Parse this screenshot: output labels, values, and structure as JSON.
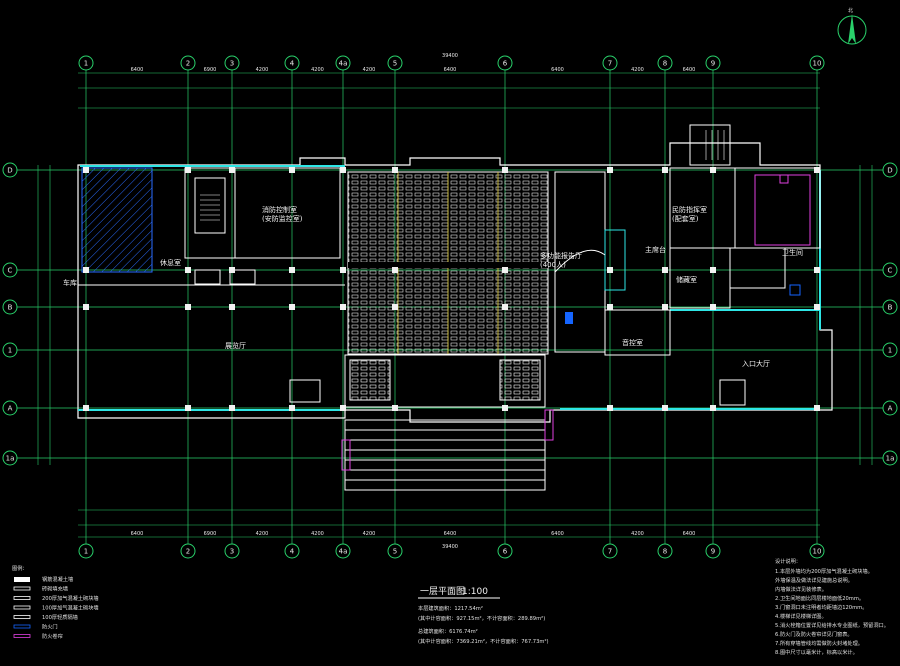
{
  "drawing": {
    "title": "一层平面图",
    "scale": "1:100",
    "area_lines": [
      "本层建筑面积：1217.54m²",
      "(其中计容面积：927.15m²，不计容面积：289.89m²)",
      "总建筑面积：6176.74m²",
      "(其中计容面积：7369.21m²，不计容面积：767.73m²)"
    ]
  },
  "grid_top": [
    "1",
    "2",
    "3",
    "4",
    "4a",
    "5",
    "6",
    "7",
    "8",
    "9",
    "10"
  ],
  "grid_side": [
    "D",
    "C",
    "B",
    "1",
    "A",
    "1a"
  ],
  "dims": {
    "overall": "39400",
    "top_segments": [
      "6400",
      "6900",
      "4200",
      "4200",
      "4200",
      "6400",
      "6400",
      "4200",
      "6400"
    ],
    "bottom_segments": [
      "6400",
      "6900",
      "4200",
      "4200",
      "4200",
      "6400",
      "6400",
      "4200",
      "6400"
    ]
  },
  "rooms": {
    "lecture_hall": "多功能报告厅\n(400人)",
    "control_room": "消防控制室\n(安防监控室)",
    "command_room": "民防指挥室\n(配套室)",
    "entrance_hall": "入口大厅",
    "exhibition": "展览厅",
    "stage": "主席台",
    "lounge": "休息室",
    "equip": "音控室",
    "toilet": "卫生间",
    "storage": "储藏室",
    "garage": "车库"
  },
  "legend": {
    "heading": "图例：",
    "items": [
      "钢筋混凝土墙",
      "砖砌填充墙",
      "200厚加气混凝土砌块墙",
      "100厚加气混凝土砌块墙",
      "100厚轻质隔墙",
      "防火门",
      "防火卷帘"
    ]
  },
  "notes": {
    "heading": "设计说明：",
    "items": [
      "1.本层外墙均为200厚加气混凝土砌块墙。",
      "  外墙保温及做法详见建施总说明。",
      "  内墙做法详见装修表。",
      "2.卫生间地面比同层楼地面低20mm。",
      "3.门窗洞口未注明者均距墙边120mm。",
      "4.楼梯详见楼梯详图。",
      "5.消火栓箱位置详见给排水专业图纸，预留洞口。",
      "6.防火门及防火卷帘详见门窗表。",
      "7.所有穿墙管线均需做防火封堵处理。",
      "8.图中尺寸以毫米计，标高以米计。"
    ]
  },
  "north_arrow": "北",
  "colors": {
    "background": "#000000",
    "grid": "#29d06a",
    "wall": "#ffffff",
    "glass": "#2ee6e6",
    "seating": "#ffffff",
    "accent_blue": "#1565ff",
    "accent_magenta": "#e040e0",
    "accent_yellow": "#e8d23a",
    "hatch": "#2a6cff"
  }
}
